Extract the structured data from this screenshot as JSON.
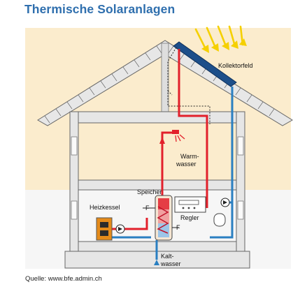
{
  "title": "Thermische Solaranlagen",
  "source": "Quelle: www.bfe.admin.ch",
  "labels": {
    "collector": "Kollektorfeld",
    "warm_water_1": "Warm-",
    "warm_water_2": "wasser",
    "storage": "Speicher",
    "boiler": "Heizkessel",
    "controller": "Regler",
    "cold_water_1": "Kalt-",
    "cold_water_2": "wasser"
  },
  "colors": {
    "title": "#2f6fae",
    "background": "#fbeccd",
    "hot_pipe": "#e2202b",
    "cold_pipe": "#2a7fc1",
    "sun_rays": "#f5d000",
    "wall": "#e9e9e9",
    "collector_panel": "#1d4f8a"
  }
}
